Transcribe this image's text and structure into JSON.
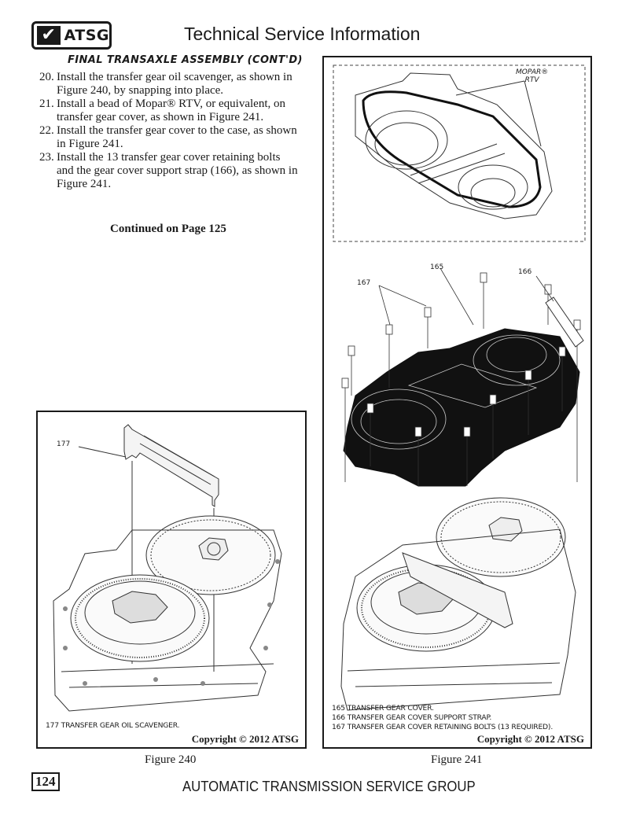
{
  "header": {
    "logo_text": "ATSG",
    "logo_icon": "checkmark-icon",
    "title": "Technical Service Information"
  },
  "section_title": "FINAL TRANSAXLE ASSEMBLY (CONT'D)",
  "steps": [
    {
      "num": "20.",
      "text": "Install the transfer gear oil scavenger, as shown in Figure 240, by snapping into place."
    },
    {
      "num": "21.",
      "text": "Install a bead of Mopar® RTV, or equivalent, on transfer gear cover, as shown in Figure 241."
    },
    {
      "num": "22.",
      "text": "Install the transfer gear cover to the case, as shown in Figure 241."
    },
    {
      "num": "23.",
      "text": "Install the 13 transfer gear cover retaining bolts and the gear cover support strap (166), as shown in Figure 241."
    }
  ],
  "continued": "Continued on Page 125",
  "figure240": {
    "caption": "Figure 240",
    "callouts": [
      "177"
    ],
    "legend": [
      "177  TRANSFER GEAR OIL SCAVENGER."
    ],
    "copyright": "Copyright © 2012 ATSG"
  },
  "figure241": {
    "caption": "Figure 241",
    "rtv_label_line1": "MOPAR®",
    "rtv_label_line2": "RTV",
    "callouts": [
      "165",
      "166",
      "167"
    ],
    "legend": [
      "165  TRANSFER GEAR COVER.",
      "166  TRANSFER GEAR COVER SUPPORT STRAP.",
      "167  TRANSFER GEAR COVER RETAINING BOLTS  (13 REQUIRED)."
    ],
    "copyright": "Copyright © 2012 ATSG"
  },
  "footer": {
    "page_number": "124",
    "org": "AUTOMATIC TRANSMISSION SERVICE GROUP"
  }
}
